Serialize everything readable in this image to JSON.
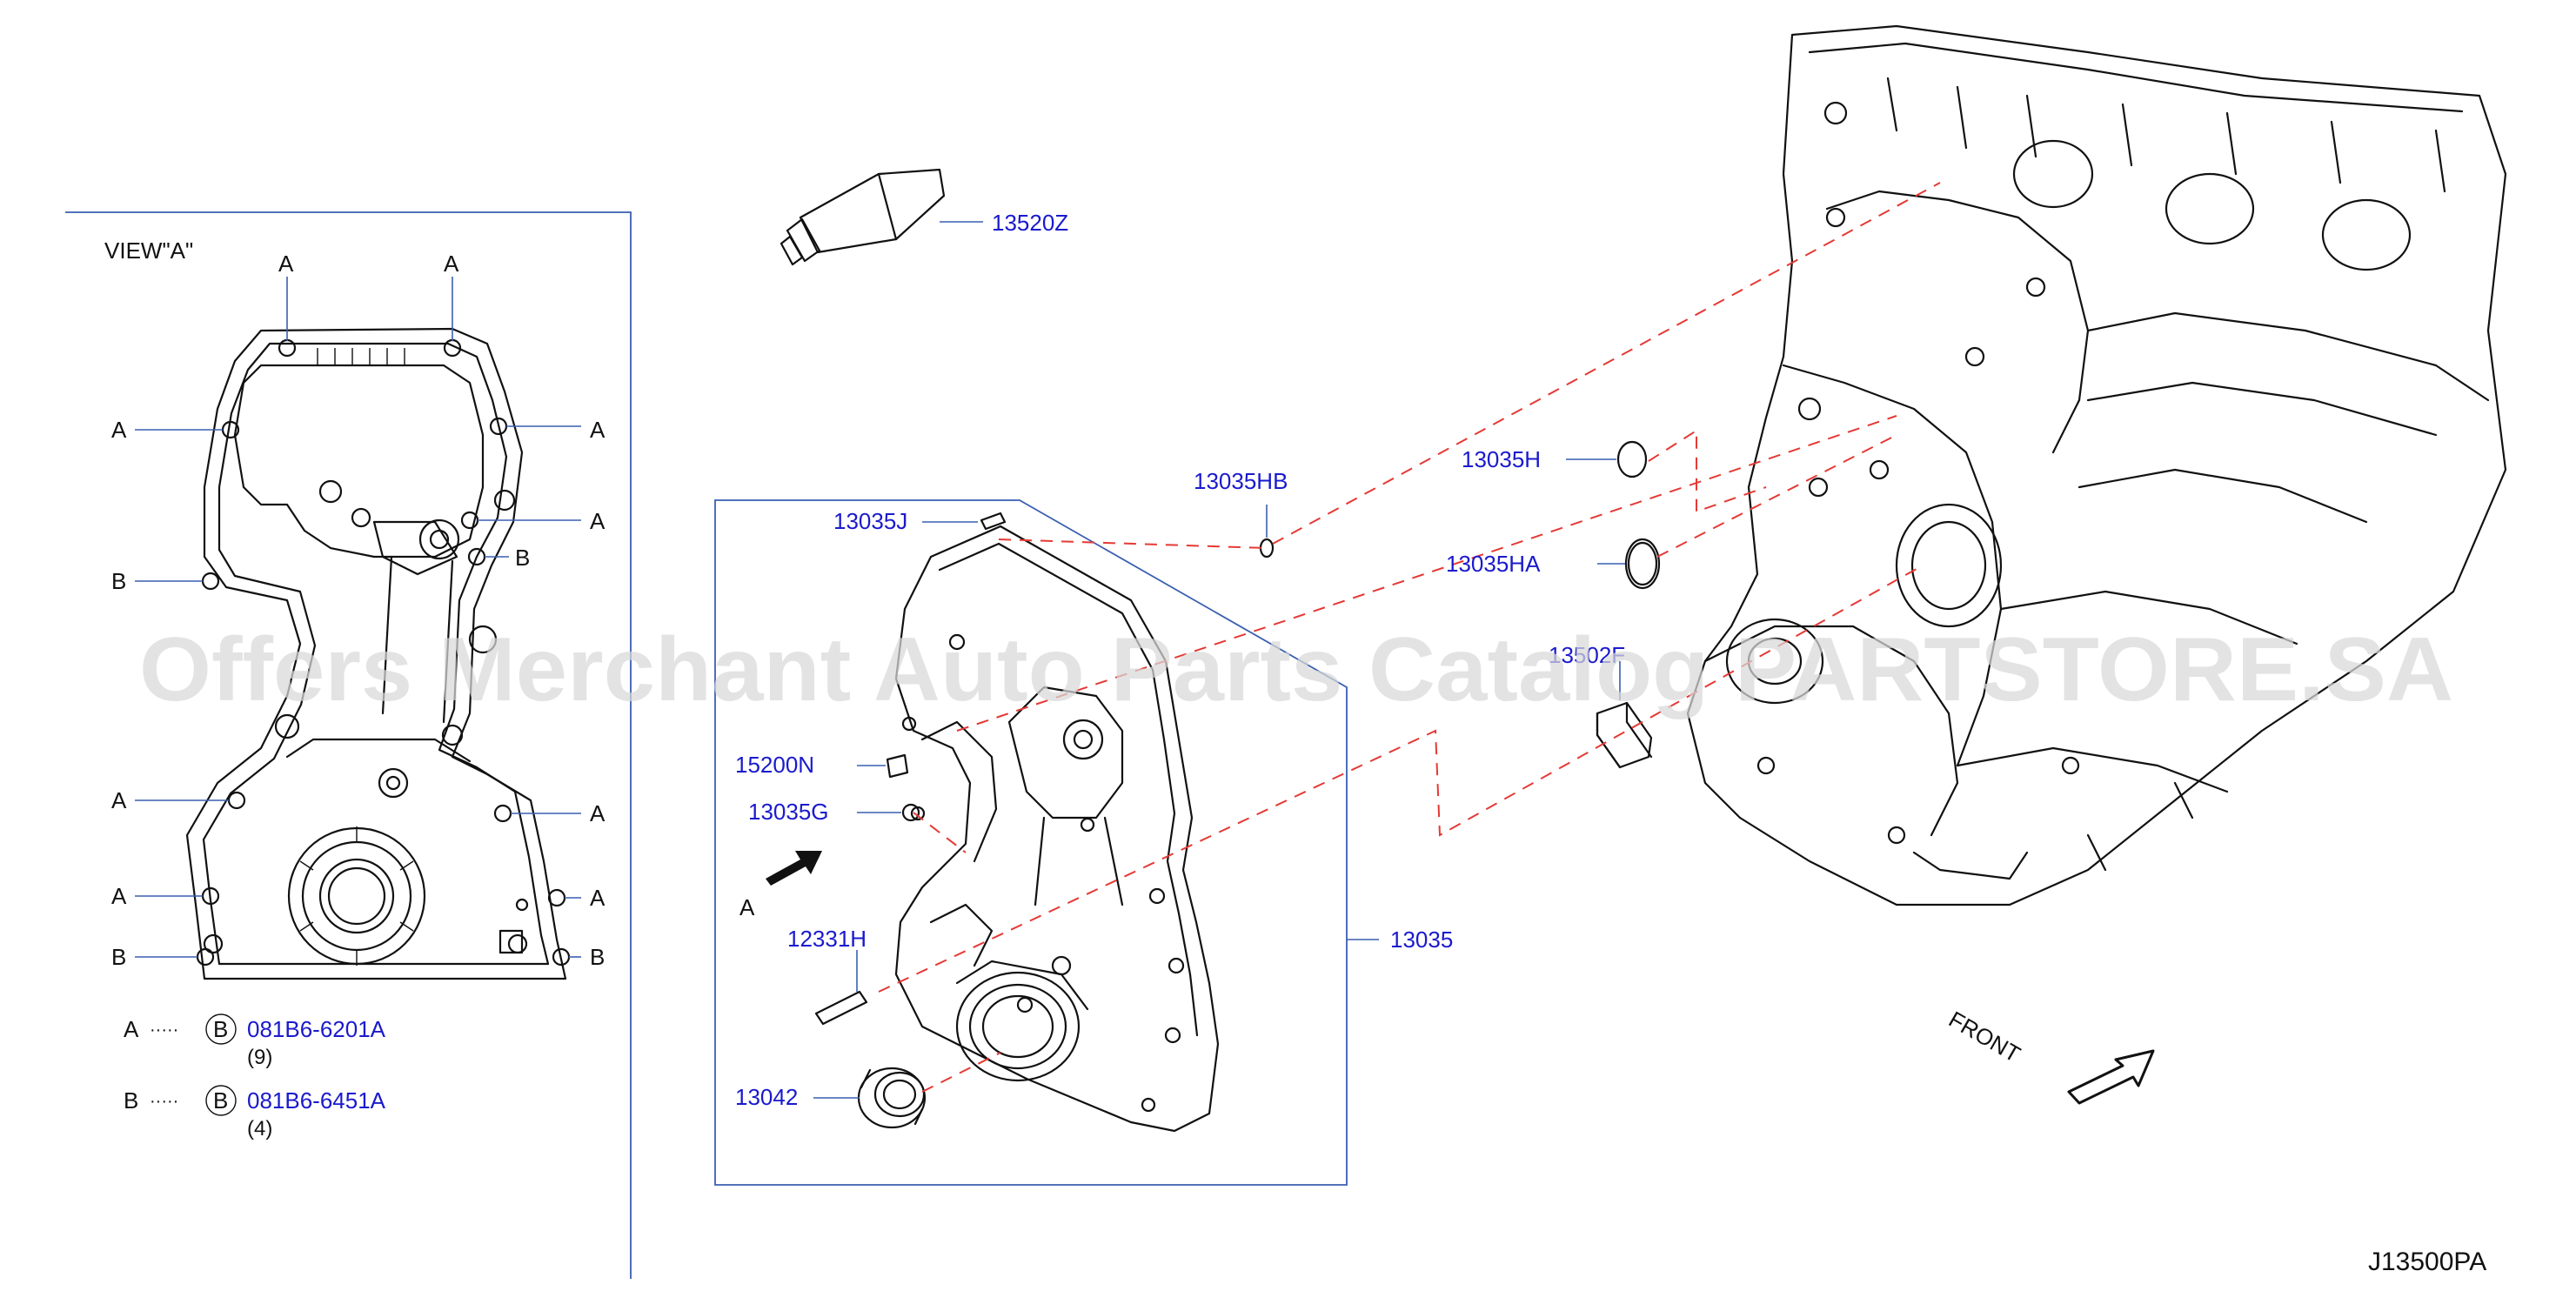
{
  "diagram_code": "J13500PA",
  "watermark": "Offers Merchant Auto Parts Catalog PARTSTORE.SA",
  "view_a": {
    "title": "VIEW\"A\"",
    "callout_a": "A",
    "callout_b": "B"
  },
  "legend": [
    {
      "key": "A",
      "dots": "·····",
      "circle": "B",
      "part": "081B6-6201A",
      "qty": "(9)"
    },
    {
      "key": "B",
      "dots": "·····",
      "circle": "B",
      "part": "081B6-6451A",
      "qty": "(4)"
    }
  ],
  "parts": {
    "sealant": "13520Z",
    "gasket_j": "13035J",
    "plug": "15200N",
    "seal_g": "13035G",
    "view_arrow": "A",
    "dowel": "12331H",
    "oil_seal": "13042",
    "cover_assy": "13035",
    "ring_hb": "13035HB",
    "ring_h": "13035H",
    "ring_ha": "13035HA",
    "collar": "13502F"
  },
  "front_label": "FRONT"
}
